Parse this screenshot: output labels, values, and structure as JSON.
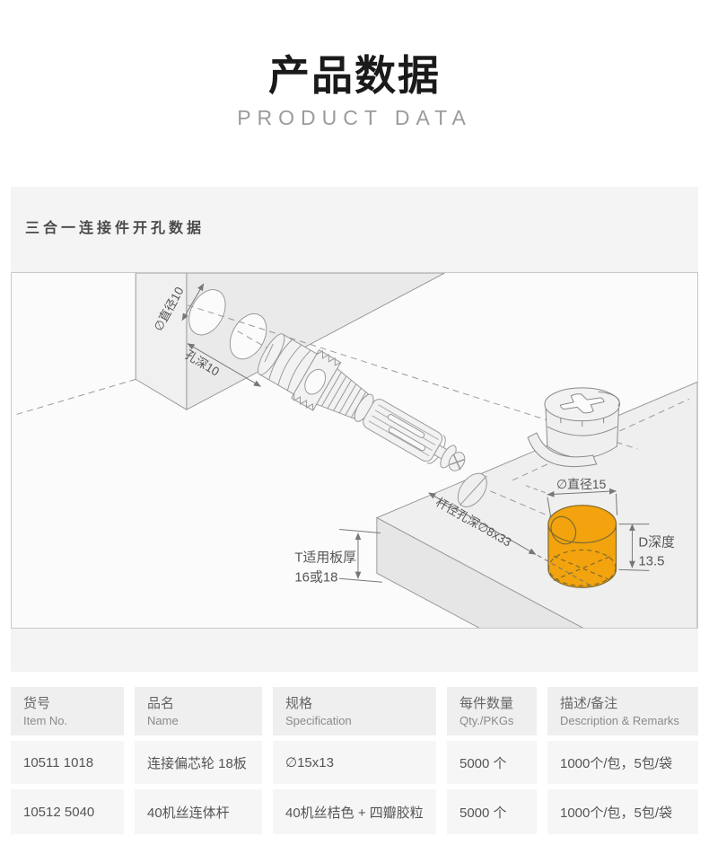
{
  "page": {
    "title": "产品数据",
    "subtitle": "PRODUCT DATA"
  },
  "section": {
    "heading": "三合一连接件开孔数据"
  },
  "diagram": {
    "highlight_color": "#F2A30D",
    "labels": {
      "hole_diameter": "∅直径10",
      "hole_depth": "孔深10",
      "rod_hole": "杆径孔深∅8x33",
      "board_thickness_label": "T适用板厚",
      "board_thickness_value": "16或18",
      "cam_hole_diameter": "∅直径15",
      "cam_hole_depth_label": "D深度",
      "cam_hole_depth_value": "13.5"
    }
  },
  "table": {
    "columns": [
      {
        "zh": "货号",
        "en": "Item No."
      },
      {
        "zh": "品名",
        "en": "Name"
      },
      {
        "zh": "规格",
        "en": "Specification"
      },
      {
        "zh": "每件数量",
        "en": "Qty./PKGs"
      },
      {
        "zh": "描述/备注",
        "en": "Description & Remarks"
      }
    ],
    "rows": [
      [
        "10511 1018",
        "连接偏芯轮 18板",
        "∅15x13",
        "5000 个",
        "1000个/包，5包/袋"
      ],
      [
        "10512 5040",
        "40机丝连体杆",
        "40机丝桔色 + 四瓣胶粒",
        "5000 个",
        "1000个/包，5包/袋"
      ]
    ]
  }
}
